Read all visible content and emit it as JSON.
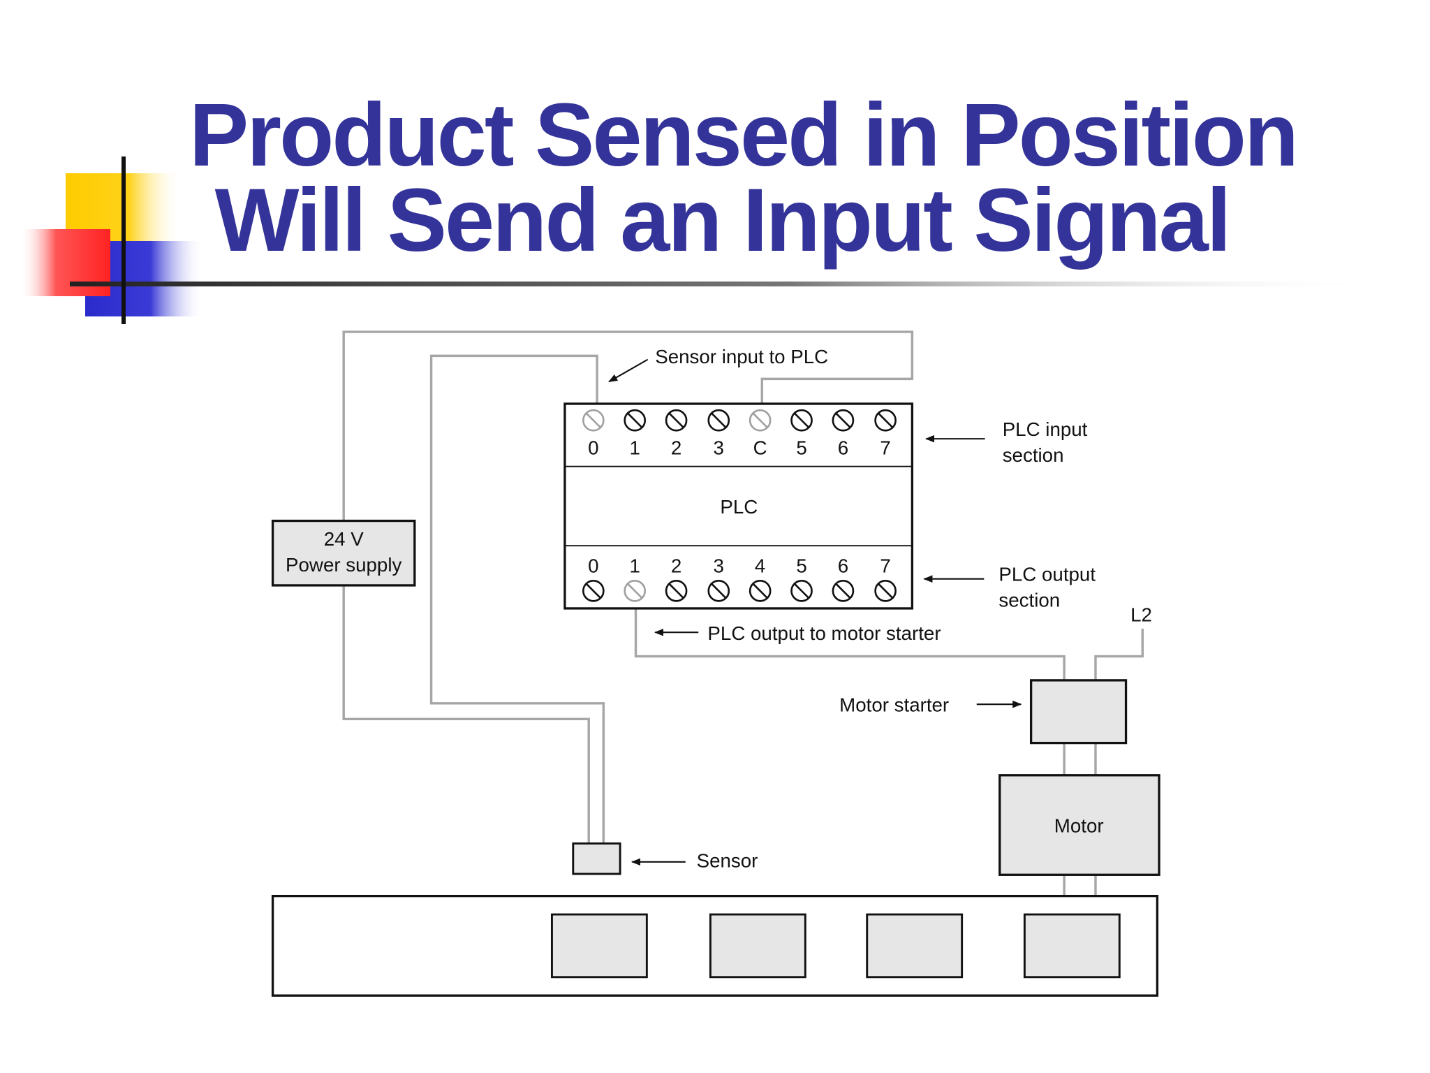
{
  "title": {
    "line1": "Product Sensed in Position",
    "line2": "Will Send an Input Signal"
  },
  "colors": {
    "title": "#333399",
    "wire": "#a6a6a6",
    "box_fill": "#e6e6e6",
    "deco_yellow": "#ffcc00",
    "deco_red": "#ff3333",
    "deco_blue": "#3333cc"
  },
  "diagram": {
    "plc_label": "PLC",
    "input_terminals": [
      "0",
      "1",
      "2",
      "3",
      "C",
      "5",
      "6",
      "7"
    ],
    "output_terminals": [
      "0",
      "1",
      "2",
      "3",
      "4",
      "5",
      "6",
      "7"
    ],
    "power_supply": {
      "line1": "24 V",
      "line2": "Power supply"
    },
    "labels": {
      "sensor_input": "Sensor input to PLC",
      "plc_input_line1": "PLC input",
      "plc_input_line2": "section",
      "plc_output_line1": "PLC output",
      "plc_output_line2": "section",
      "plc_output_motor": "PLC output to motor starter",
      "l2": "L2",
      "motor_starter": "Motor starter",
      "motor": "Motor",
      "sensor": "Sensor"
    }
  }
}
